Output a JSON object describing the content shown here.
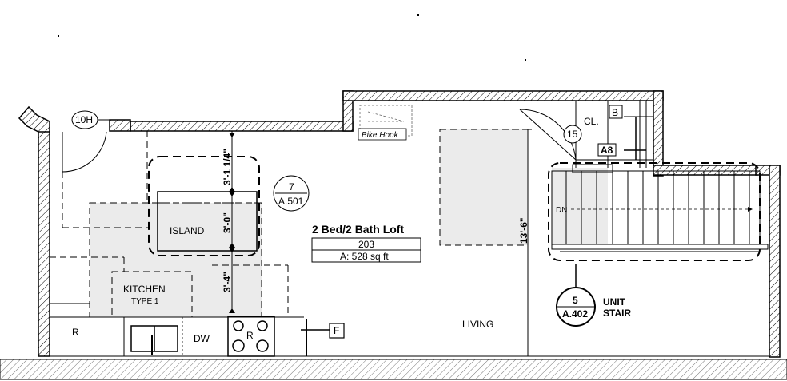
{
  "unit": {
    "title": "2 Bed/2 Bath Loft",
    "number": "203",
    "area": "A: 528 sq ft"
  },
  "rooms": {
    "island": "ISLAND",
    "kitchen": "KITCHEN",
    "kitchen_type": "TYPE 1",
    "living": "LIVING",
    "closet": "CL.",
    "unit_stair_1": "UNIT",
    "unit_stair_2": "STAIR"
  },
  "tags": {
    "door_10h": "10H",
    "door_15": "15",
    "bike_hook": "Bike Hook",
    "box_b": "B",
    "a8": "A8",
    "box_f": "F",
    "stair_dn": "DN"
  },
  "appliances": {
    "refrigerator": "R",
    "range": "R",
    "dishwasher": "DW"
  },
  "section_tags": {
    "island_section_num": "7",
    "island_section_sheet": "A.501",
    "stair_section_num": "5",
    "stair_section_sheet": "A.402"
  },
  "dimensions": {
    "island_top": "3'-1 1/4\"",
    "island_depth": "3'-0\"",
    "island_bottom": "3'-4\"",
    "living_depth": "13'-6\""
  }
}
